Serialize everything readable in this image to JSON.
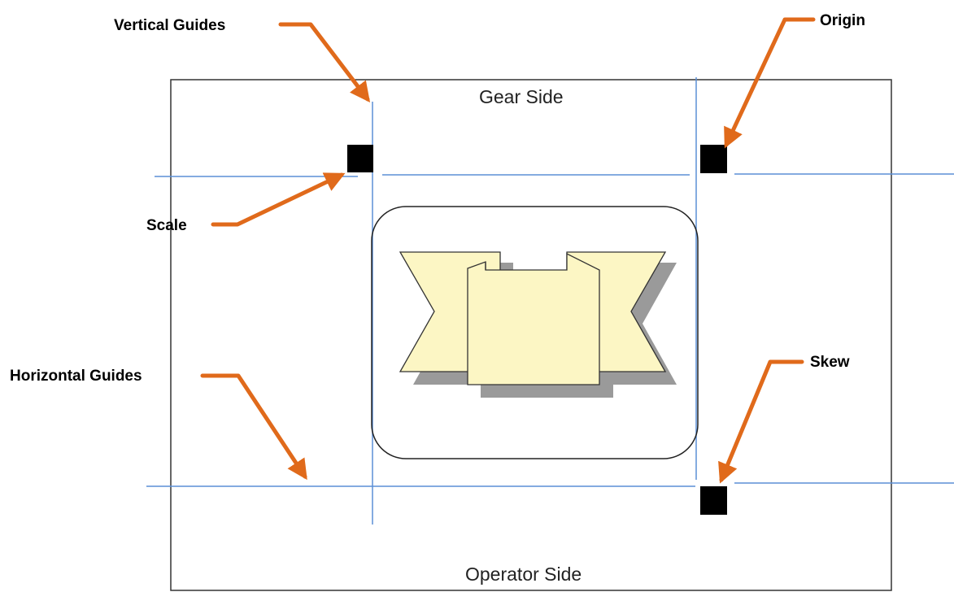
{
  "labels": {
    "vertical_guides": "Vertical Guides",
    "origin": "Origin",
    "scale": "Scale",
    "horizontal_guides": "Horizontal Guides",
    "skew": "Skew",
    "gear_side": "Gear Side",
    "operator_side": "Operator Side"
  },
  "colors": {
    "guide_line": "#5b8fd6",
    "arrow": "#e06a1b",
    "frame": "#333333",
    "marker": "#000000",
    "banner_fill": "#fcf6c4",
    "banner_shadow": "#9a9a9a"
  },
  "icons": {
    "marker": "registration-mark-square",
    "center_graphic": "banner-ribbon-icon"
  }
}
